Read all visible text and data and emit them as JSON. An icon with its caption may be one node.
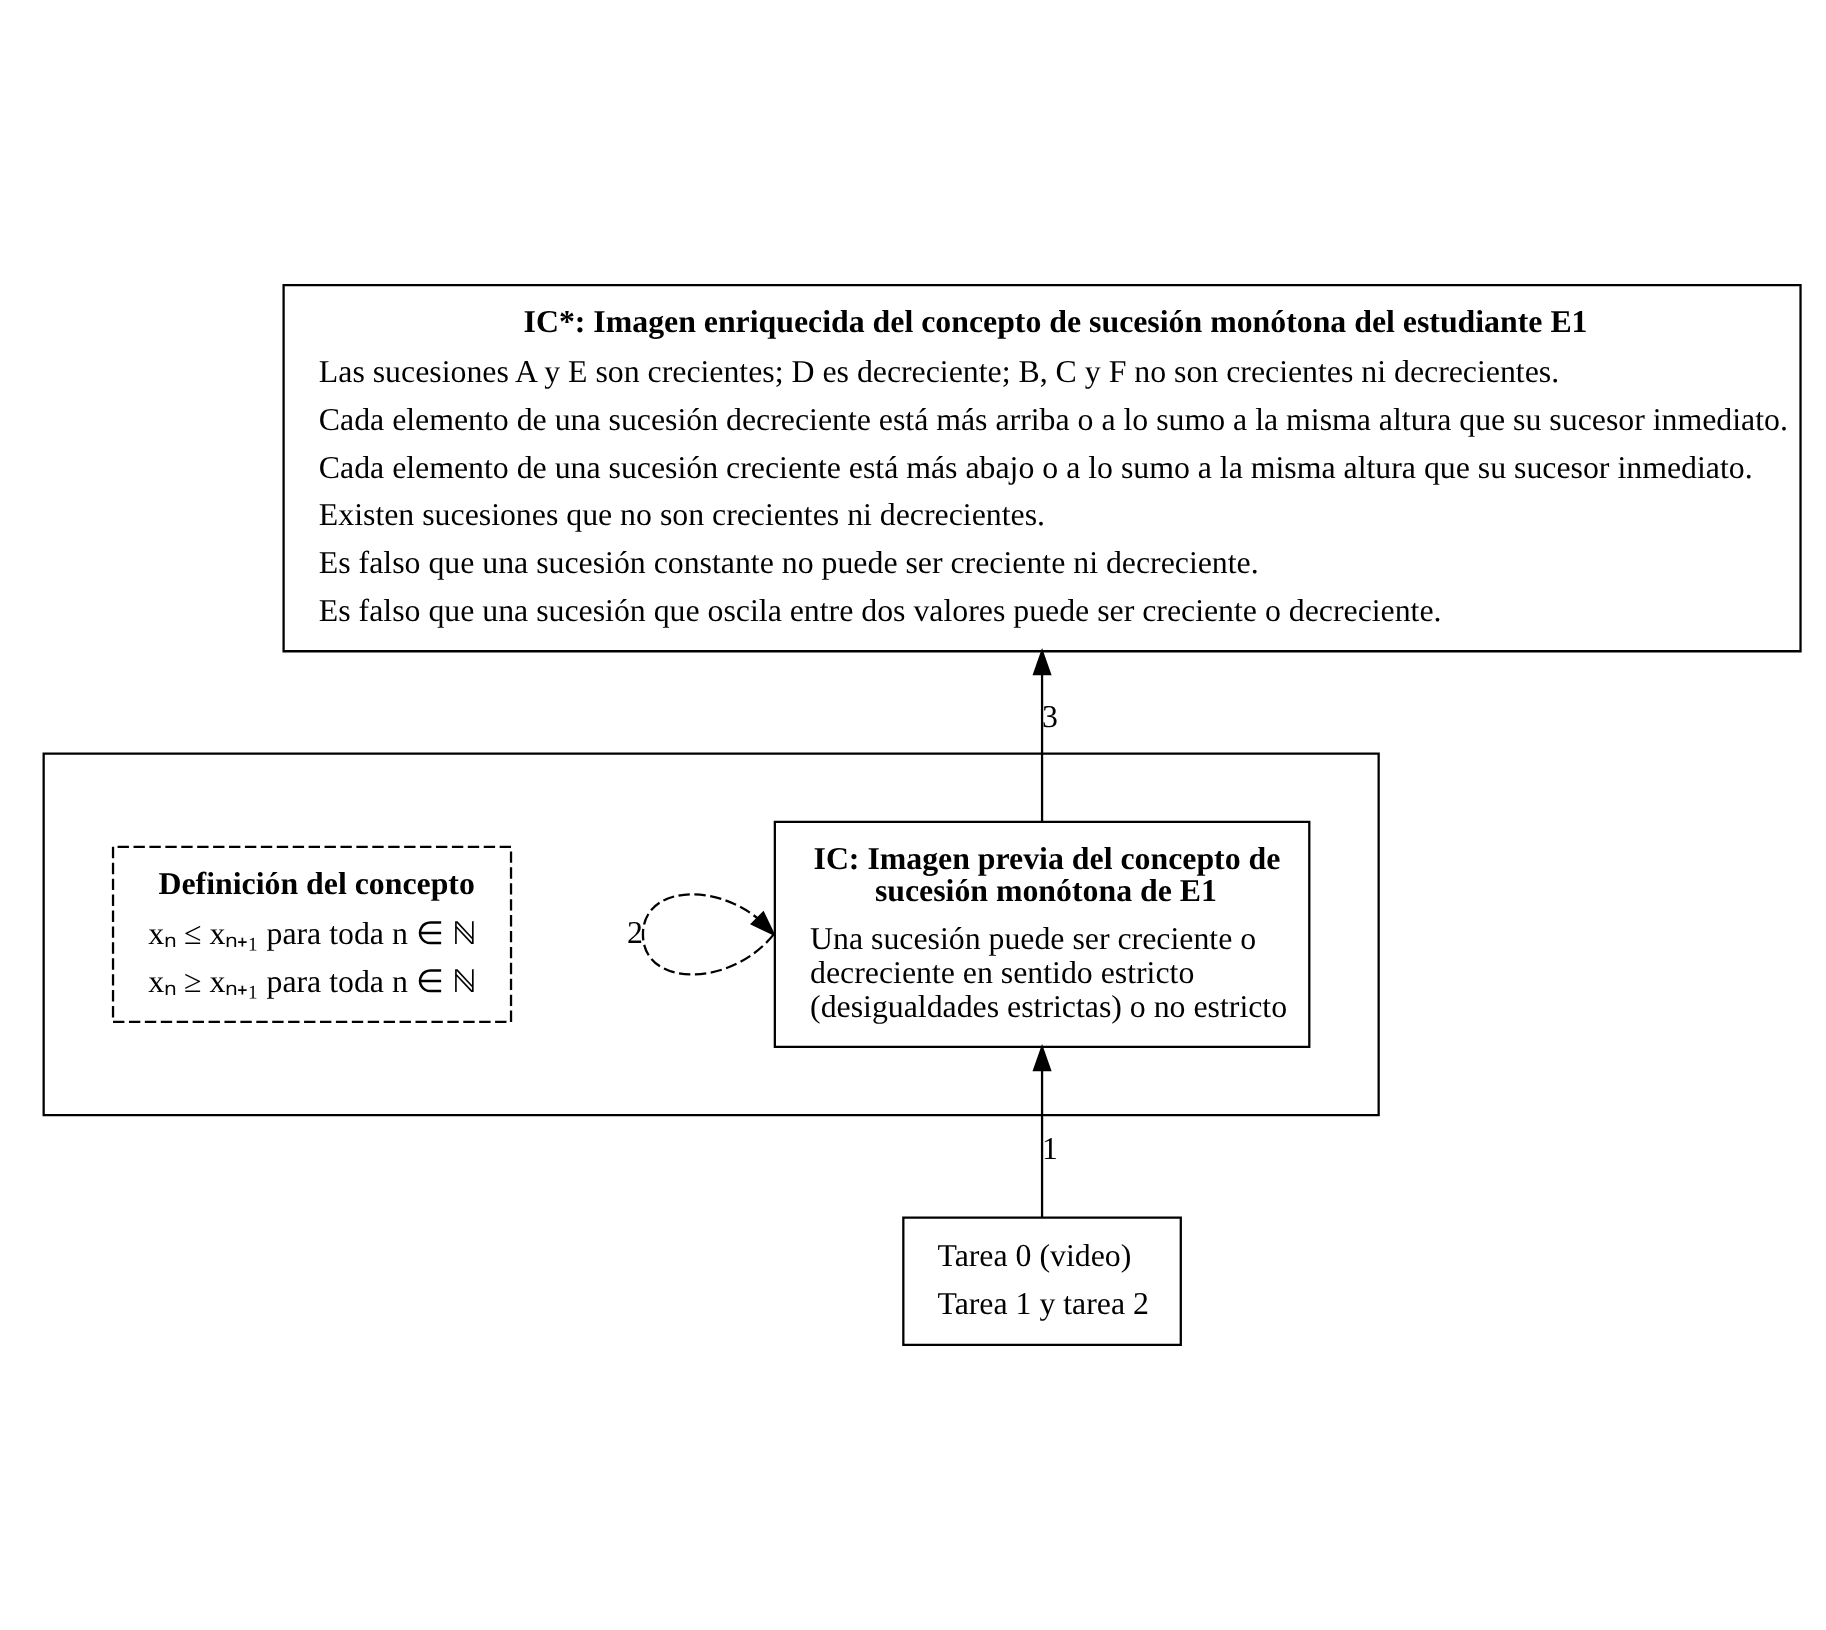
{
  "diagram": {
    "nodes": [
      {
        "text": [
          "IC*: Imagen enriquecida del concepto de sucesión monótona del estudiante E1",
          "Las sucesiones A y E son crecientes; D es decreciente; B, C y F no son crecientes ni decrecientes.",
          "Cada elemento de una sucesión decreciente está más arriba o a lo sumo a la misma altura que su sucesor inmediato.",
          "Cada elemento de una sucesión creciente está más abajo o a lo sumo a la misma altura que su sucesor inmediato.",
          "Existen sucesiones que no son crecientes ni decrecientes.",
          "Es falso que una sucesión constante no puede ser creciente ni decreciente.",
          "Es falso que una sucesión que oscila entre dos valores puede ser creciente o decreciente."
        ]
      },
      {
        "text": [],
        "shape": "box"
      },
      {
        "text": [
          "Definición del concepto",
          "xₙ ≤ xₙ₊₁ para toda n ∈ ℕ",
          "xₙ ≥ xₙ₊₁ para toda n ∈ ℕ"
        ],
        "in": 1
      },
      {
        "text": [
          "IC: Imagen previa del concepto de sucesión monótona de E1",
          "Una sucesión puede ser creciente o decreciente en sentido estricto (desigualdades estrictas) o no estricto"
        ],
        "in": 1
      },
      {
        "text": [
          "Tarea 0 (video)",
          "Tarea 1 y tarea 2"
        ]
      }
    ],
    "edges": [
      {
        "from": 4,
        "to": 3,
        "arrow": "to",
        "label": "1"
      },
      {
        "from": 3,
        "to": 3,
        "arrow": "to",
        "label": "2",
        "style": "dashed"
      },
      {
        "from": 3,
        "to": 0,
        "arrow": "to",
        "label": "3"
      }
    ]
  }
}
